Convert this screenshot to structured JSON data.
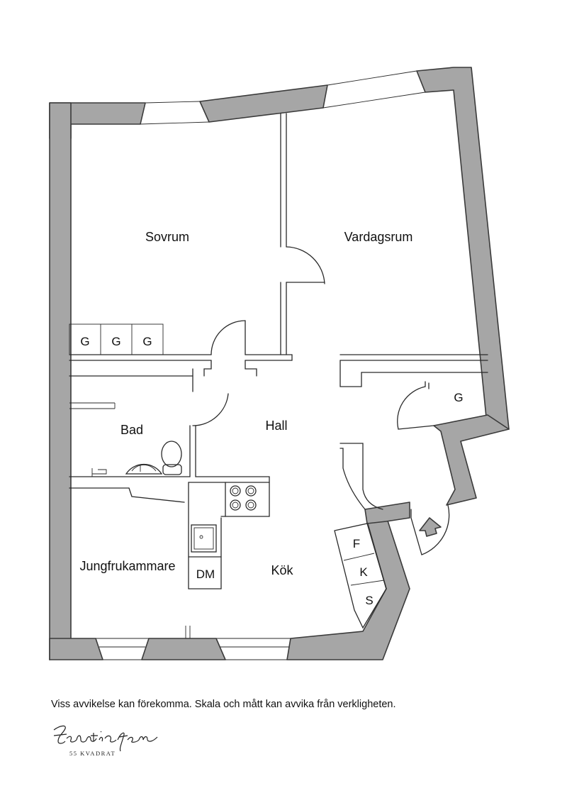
{
  "rooms": {
    "sovrum": "Sovrum",
    "vardagsrum": "Vardagsrum",
    "hall": "Hall",
    "bad": "Bad",
    "jungfrukammare": "Jungfrukammare",
    "kok": "Kök",
    "dm": "DM"
  },
  "closets": {
    "g1": "G",
    "g2": "G",
    "g3": "G",
    "g4": "G",
    "f": "F",
    "k": "K",
    "s": "S"
  },
  "disclaimer": "Viss avvikelse kan förekomma. Skala och mått kan avvika från verkligheten.",
  "logo": {
    "signature": "Femtiofem",
    "subtitle": "55 KVADRAT"
  },
  "colors": {
    "wall": "#a6a6a6",
    "ink": "#2a2a2a"
  }
}
